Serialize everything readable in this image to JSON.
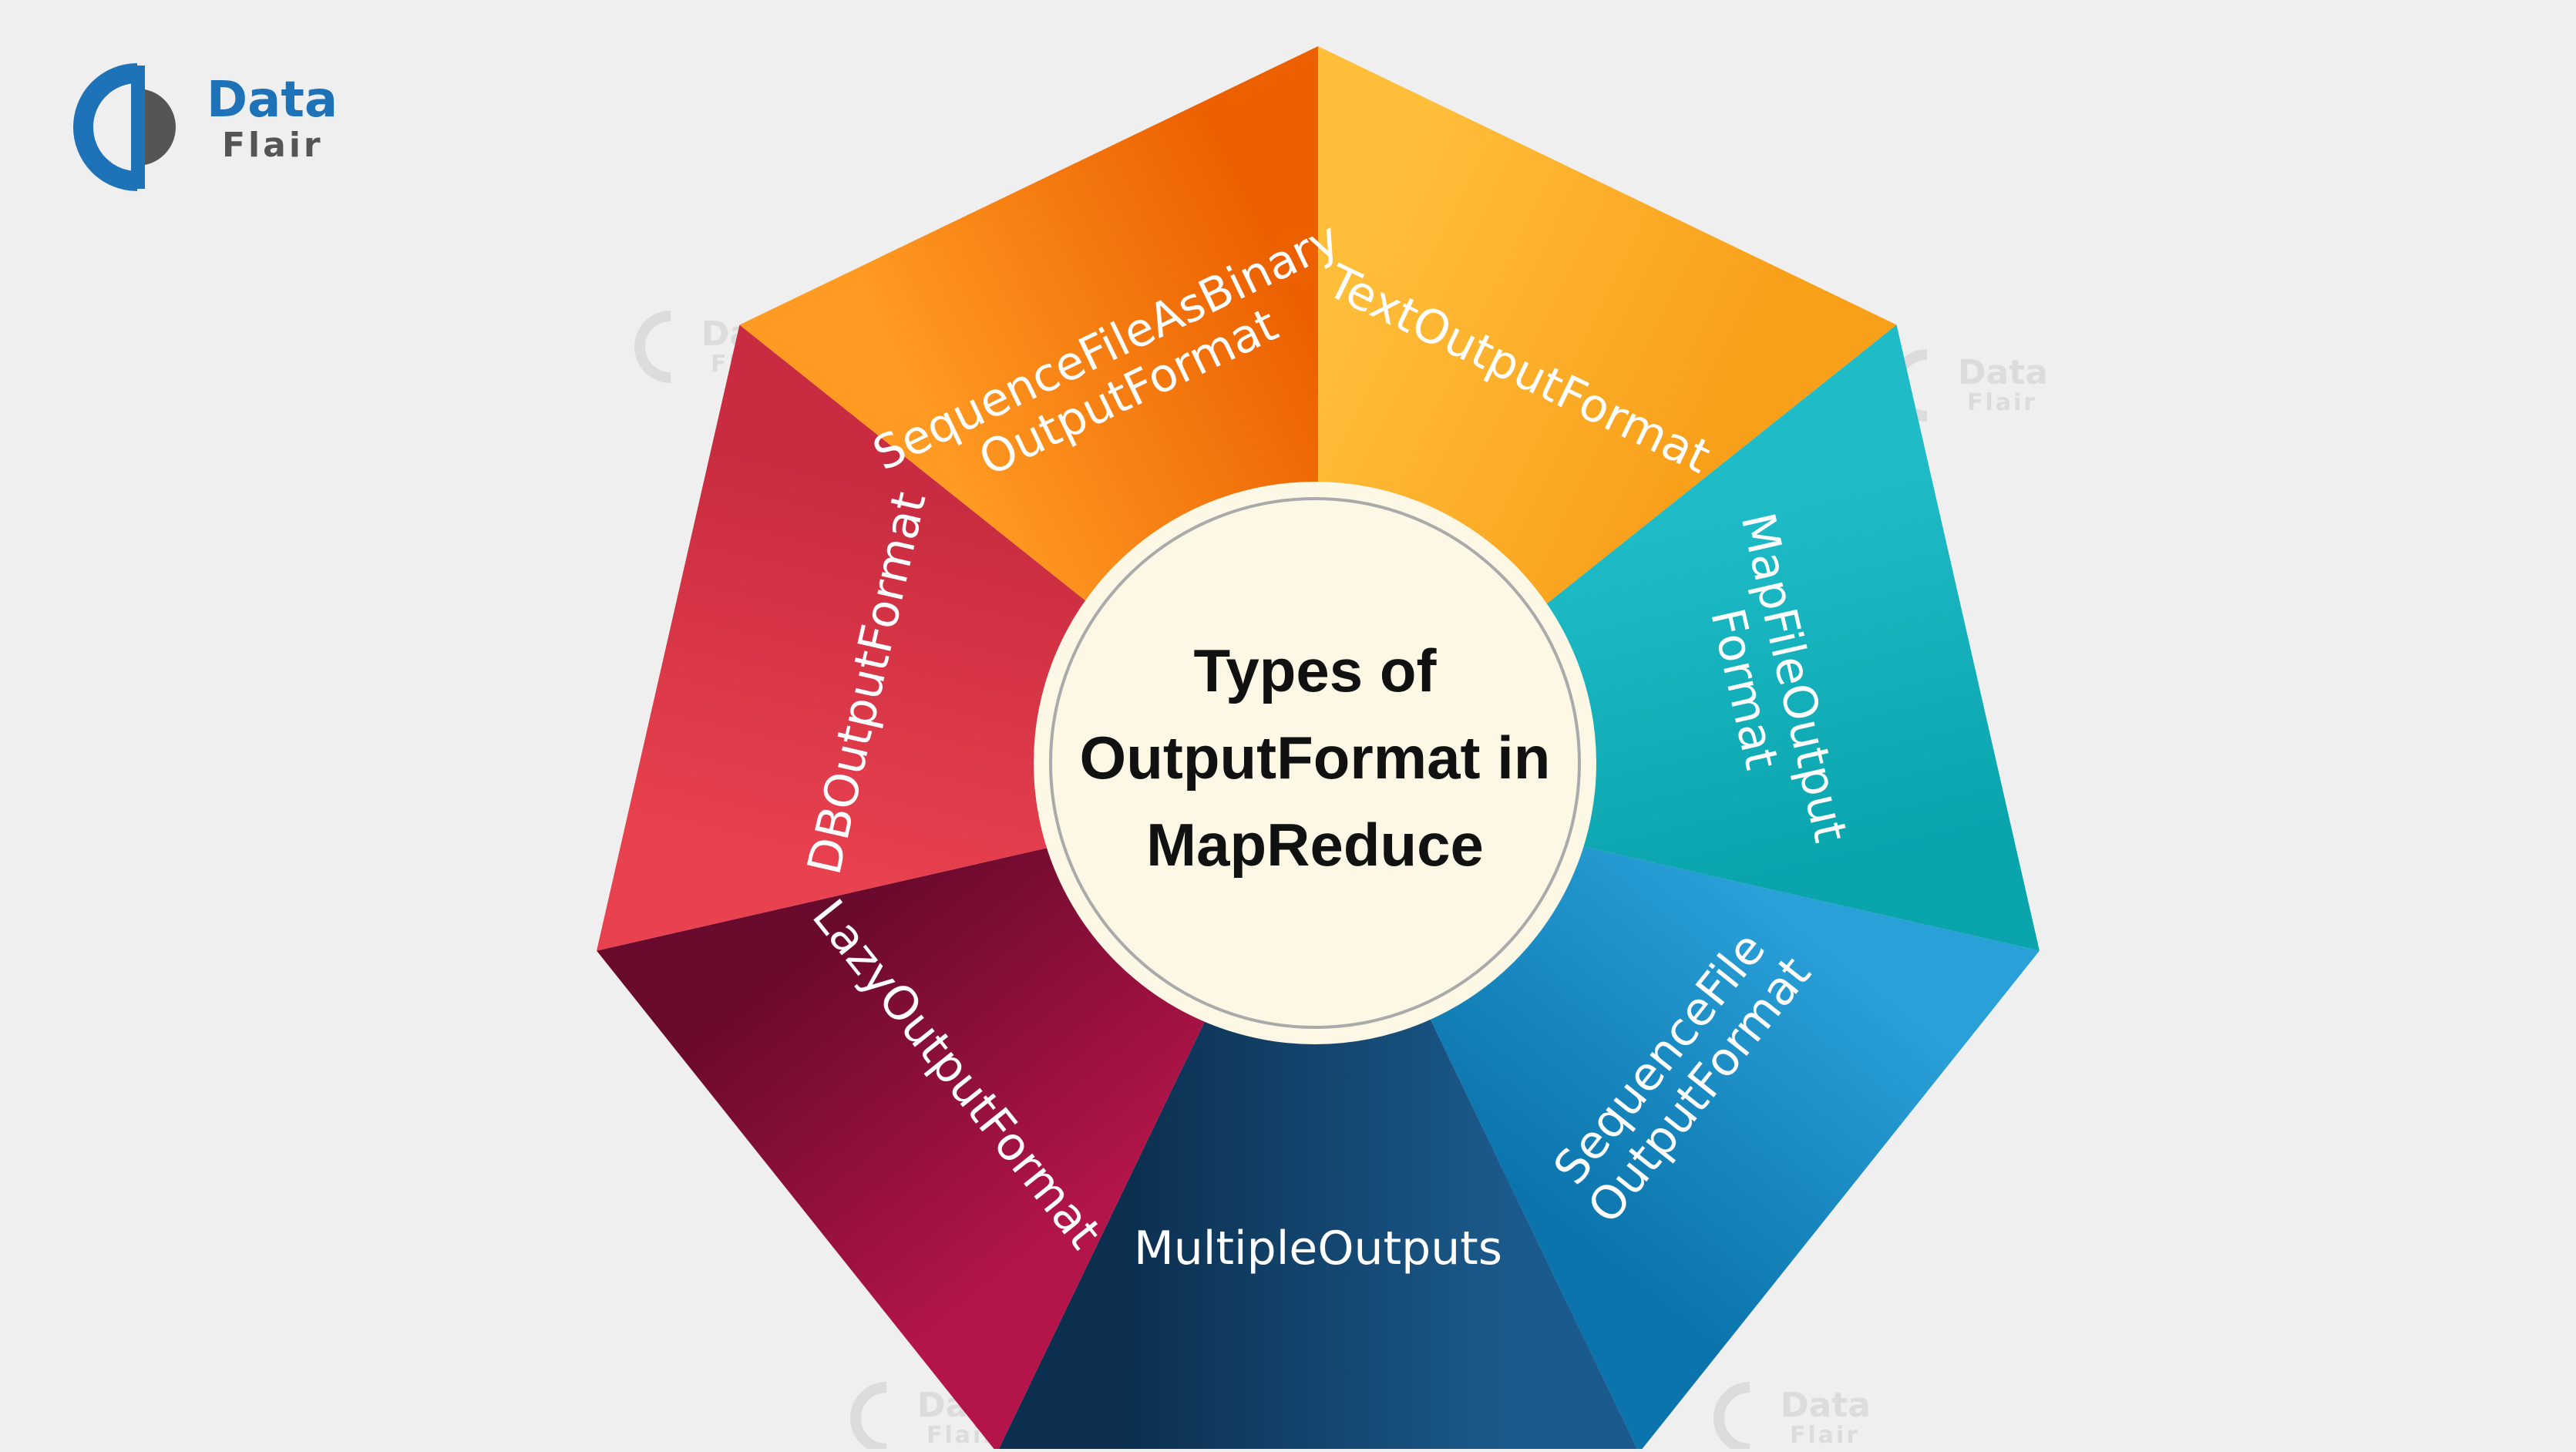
{
  "logo": {
    "line1": "Data",
    "line2": "Flair",
    "colors": {
      "blue": "#1d72b8",
      "gray": "#555555"
    }
  },
  "center": {
    "lines": [
      "Types of",
      "OutputFormat in",
      "MapReduce"
    ]
  },
  "segments": [
    {
      "id": "textoutputformat",
      "lines": [
        "TextOutputFormat"
      ],
      "color_light": "#ffbe3a",
      "color_dark": "#f9a01b"
    },
    {
      "id": "mapfileoutputformat",
      "lines": [
        "MapFileOutput",
        "Format"
      ],
      "color_light": "#1fbcc8",
      "color_dark": "#0aa4ad"
    },
    {
      "id": "sequencefileoutputformat",
      "lines": [
        "SequenceFile",
        "OutputFormat"
      ],
      "color_light": "#2aa0d8",
      "color_dark": "#0b74ac"
    },
    {
      "id": "multipleoutputs",
      "lines": [
        "MultipleOutputs"
      ],
      "color_light": "#1b5a8c",
      "color_dark": "#0c2f4f"
    },
    {
      "id": "lazyoutputformat",
      "lines": [
        "LazyOutputFormat"
      ],
      "color_light": "#b3154a",
      "color_dark": "#6a0a2c"
    },
    {
      "id": "dboutputformat",
      "lines": [
        "DBOutputFormat"
      ],
      "color_light": "#e8414f",
      "color_dark": "#c92c40"
    },
    {
      "id": "sequencefileasbinaryoutputformat",
      "lines": [
        "SequenceFileAsBinary",
        "OutputFormat"
      ],
      "color_light": "#ff9a22",
      "color_dark": "#ec6000"
    }
  ],
  "center_colors": {
    "fill": "#fcf8e5",
    "ring": "#aaaaaa"
  }
}
